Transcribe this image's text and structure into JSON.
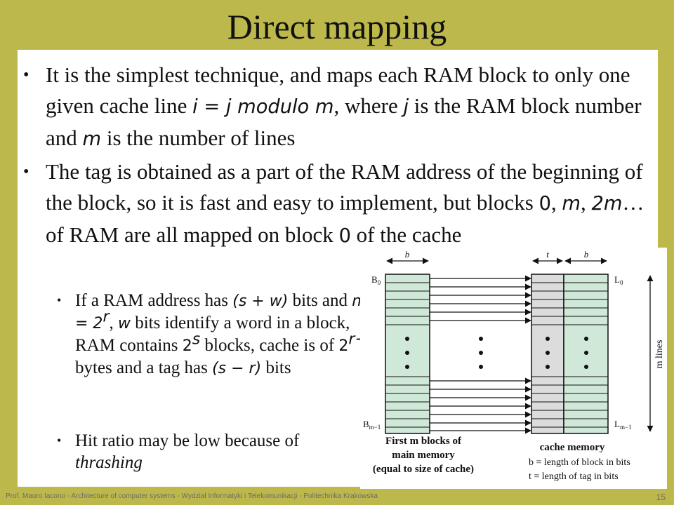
{
  "slide": {
    "title": "Direct mapping",
    "bullets": [
      {
        "parts": [
          "It is the simplest technique, and maps each ",
          "RAM",
          " block to only one given cache line ",
          "i = j modulo m",
          ", where ",
          "j",
          " is the ",
          "RAM",
          " block number and ",
          "m",
          " is the number of lines"
        ]
      },
      {
        "parts": [
          "The tag is obtained as a part of the ",
          "RAM",
          " address of the beginning of the block, so it is fast and easy to implement, but blocks ",
          "0",
          ", ",
          "m",
          ", ",
          "2m",
          "… of ",
          "RAM",
          " are all mapped on block ",
          "0",
          " of the cache"
        ]
      }
    ],
    "subbullets": [
      {
        "text_a": "If a RAM address has ",
        "expr_a": "(s + w)",
        "text_b": " bits and ",
        "expr_b": "m = 2",
        "expr_b_sup": "r",
        "text_c": ", ",
        "expr_c": "w",
        "text_d": " bits identify a word in a block, RAM contains ",
        "expr_d": "2",
        "expr_d_sup": "s",
        "text_e": " blocks, cache is of ",
        "expr_e": "2",
        "expr_e_sup": "r+w",
        "text_f": " bytes and a tag has ",
        "expr_f": "(s − r)",
        "text_g": " bits"
      },
      {
        "text_a": "Hit ratio may be low because of ",
        "emph": "thrashing"
      }
    ],
    "footer": "Prof. Mauro Iacono - Architecture of computer systems - Wydział Informatyki i Telekomunikacji - Politechnika Krakowska",
    "page_number": "15"
  },
  "figure": {
    "label_b_left": "b",
    "label_t": "t",
    "label_b_right": "b",
    "label_B0": "B",
    "label_B0_sub": "0",
    "label_Bm1": "B",
    "label_Bm1_sub": "m−1",
    "label_L0": "L",
    "label_L0_sub": "0",
    "label_Lm1": "L",
    "label_Lm1_sub": "m−1",
    "m_lines": "m lines",
    "main_caption_1": "First m blocks of",
    "main_caption_2": "main memory",
    "main_caption_3": "(equal to size of cache)",
    "cache_caption": "cache memory",
    "legend_b": "b = length of block in bits",
    "legend_t": "t = length of tag in bits",
    "colors": {
      "green": "#cfe8d8",
      "gray": "#dcdcdc",
      "olive": "#bdb84b"
    }
  }
}
